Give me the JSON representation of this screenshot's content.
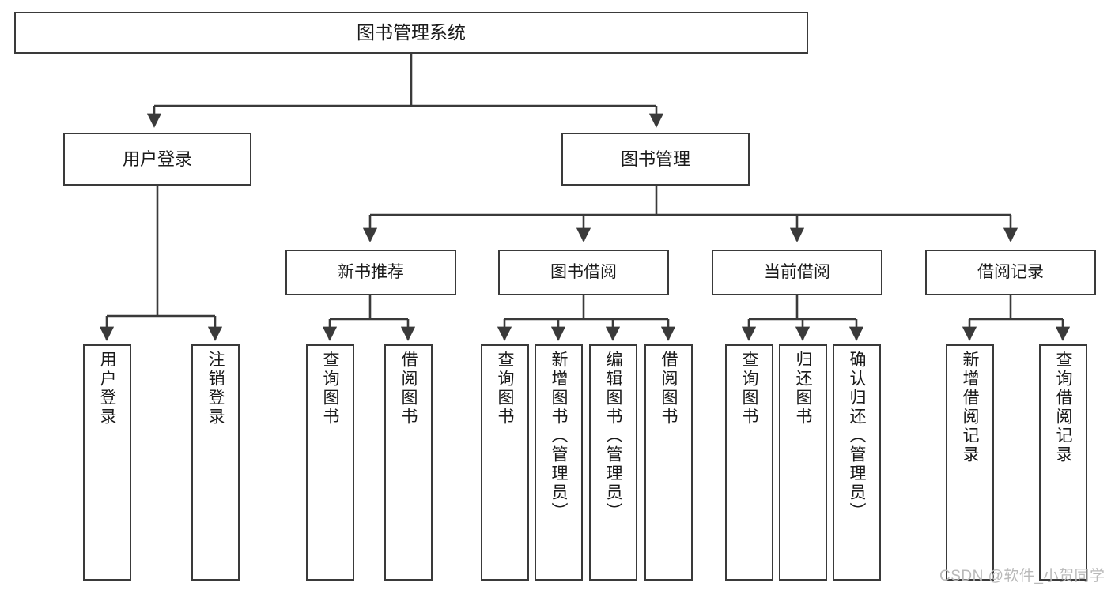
{
  "diagram": {
    "title": "图书管理系统",
    "watermark": "CSDN @软件_小贺同学",
    "line_color": "#3a3a3a",
    "box_fill": "#ffffff",
    "text_color": "#1a1a1a",
    "watermark_color": "#b9b9b9"
  },
  "nodes": {
    "root": {
      "label": "图书管理系统"
    },
    "level1": [
      {
        "label": "用户登录"
      },
      {
        "label": "图书管理"
      }
    ],
    "level2": [
      {
        "label": "新书推荐"
      },
      {
        "label": "图书借阅"
      },
      {
        "label": "当前借阅"
      },
      {
        "label": "借阅记录"
      }
    ],
    "leaves": {
      "user_login": [
        {
          "label": "用户登录"
        },
        {
          "label": "注销登录"
        }
      ],
      "new_book_recommend": [
        {
          "label": "查询图书"
        },
        {
          "label": "借阅图书"
        }
      ],
      "book_borrow": [
        {
          "label": "查询图书"
        },
        {
          "label": "新增图书（管理员）"
        },
        {
          "label": "编辑图书（管理员）"
        },
        {
          "label": "借阅图书"
        }
      ],
      "current_borrow": [
        {
          "label": "查询图书"
        },
        {
          "label": "归还图书"
        },
        {
          "label": "确认归还（管理员）"
        }
      ],
      "borrow_record": [
        {
          "label": "新增借阅记录"
        },
        {
          "label": "查询借阅记录"
        }
      ]
    }
  }
}
